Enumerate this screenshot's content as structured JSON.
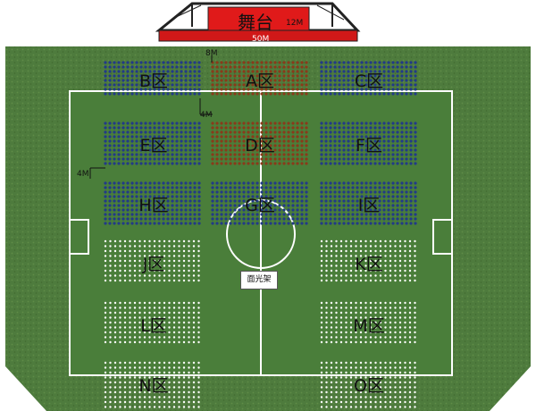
{
  "stage": {
    "label": "舞台",
    "height_label": "12M",
    "width_label": "50M"
  },
  "dimensions": {
    "top_gap": "8M",
    "row_gap": "4M",
    "side_gap": "4M"
  },
  "flood_light": "面光架",
  "colors": {
    "grass": "#4f7a3c",
    "field": "#4a7e3a",
    "stage_red": "#e01a1a",
    "vip_red": "#8a3a1a",
    "blue_seat": "#223a88",
    "white_seat": "#ffffff"
  },
  "zones": [
    {
      "id": "B",
      "label": "B区",
      "seat": "blue"
    },
    {
      "id": "A",
      "label": "A区",
      "seat": "red"
    },
    {
      "id": "C",
      "label": "C区",
      "seat": "blue"
    },
    {
      "id": "E",
      "label": "E区",
      "seat": "blue"
    },
    {
      "id": "D",
      "label": "D区",
      "seat": "red"
    },
    {
      "id": "F",
      "label": "F区",
      "seat": "blue"
    },
    {
      "id": "H",
      "label": "H区",
      "seat": "blue"
    },
    {
      "id": "G",
      "label": "G区",
      "seat": "blue"
    },
    {
      "id": "I",
      "label": "I区",
      "seat": "blue"
    },
    {
      "id": "J",
      "label": "J区",
      "seat": "white"
    },
    {
      "id": "K",
      "label": "K区",
      "seat": "white"
    },
    {
      "id": "L",
      "label": "L区",
      "seat": "white"
    },
    {
      "id": "M",
      "label": "M区",
      "seat": "white"
    },
    {
      "id": "N",
      "label": "N区",
      "seat": "white"
    },
    {
      "id": "O",
      "label": "O区",
      "seat": "white"
    }
  ]
}
